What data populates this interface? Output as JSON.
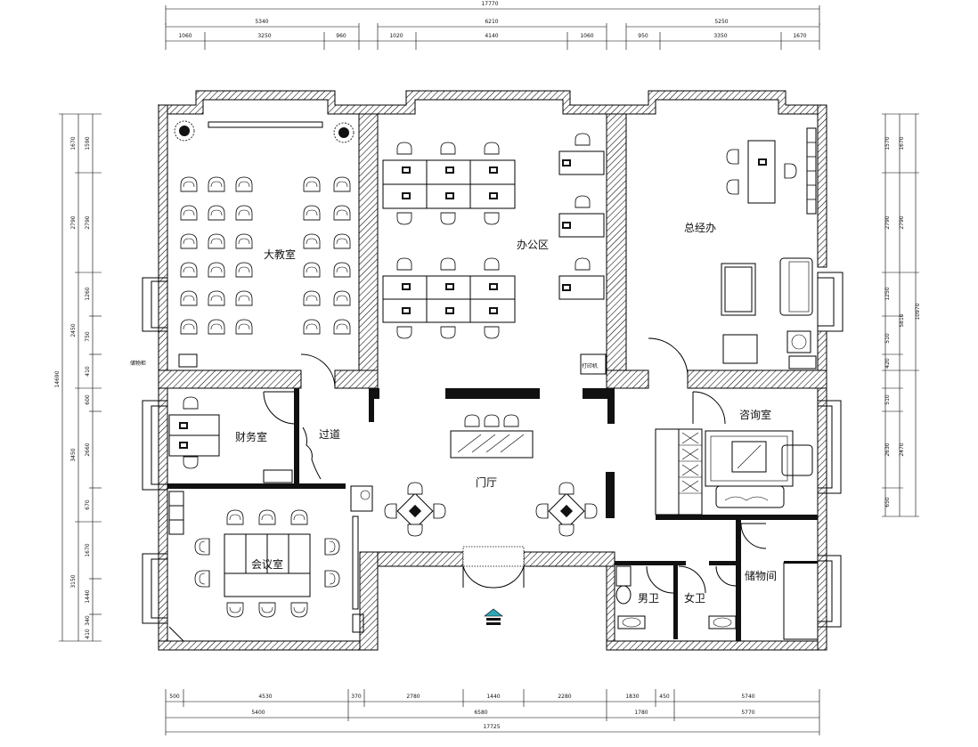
{
  "rooms": {
    "classroom": "大教室",
    "office_area": "办公区",
    "gm_office": "总经办",
    "finance": "财务室",
    "corridor": "过道",
    "lobby": "门厅",
    "consult": "咨询室",
    "meeting": "会议室",
    "storage": "储物间",
    "mens_wc": "男卫",
    "womens_wc": "女卫"
  },
  "small_labels": {
    "cabinet_left": "储物柜",
    "printer": "打印机"
  },
  "dims": {
    "top_total": "17770",
    "top_seg1": "5340",
    "top_seg2": "6210",
    "top_seg3": "5250",
    "top_sub": [
      "1060",
      "3250",
      "960",
      "1020",
      "4140",
      "1060",
      "950",
      "3350",
      "1670"
    ],
    "bottom_total": "17725",
    "bottom_row1": [
      "500",
      "4530",
      "370",
      "2780",
      "1440",
      "2280",
      "1830",
      "450",
      "5740"
    ],
    "bottom_row2": [
      "5400",
      "6580",
      "1780",
      "5770"
    ],
    "left_total": "14690",
    "left_outer": [
      "1670",
      "2790",
      "2450",
      "3450",
      "3150"
    ],
    "left_inner": [
      "1590",
      "2790",
      "1260",
      "750",
      "410",
      "600",
      "2660",
      "670",
      "1670",
      "1440",
      "340",
      "410"
    ],
    "right_total": "10970",
    "right_outer": [
      "1670",
      "2790",
      "5810"
    ],
    "right_inner": [
      "1570",
      "2790",
      "1250",
      "510",
      "420",
      "510",
      "2630",
      "650"
    ],
    "right_inner2": [
      "2470"
    ]
  },
  "icons": {
    "entrance": "entrance-arrow-icon",
    "plant": "plant-icon",
    "chair": "chair-icon",
    "desk": "desk-icon",
    "toilet": "toilet-icon",
    "sofa": "sofa-icon"
  }
}
